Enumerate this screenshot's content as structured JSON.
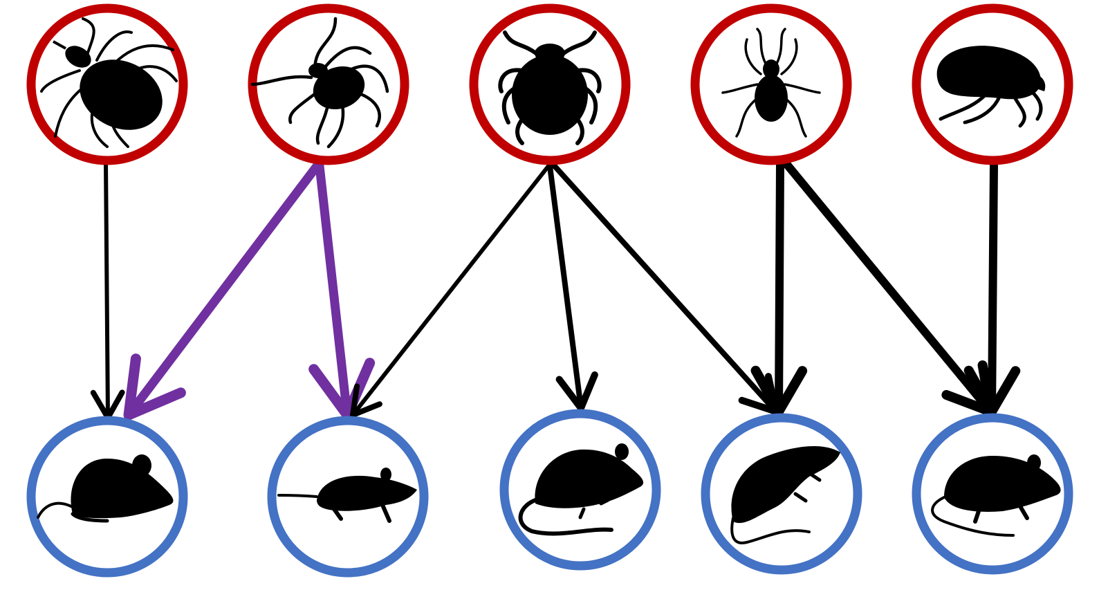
{
  "colors": {
    "vector_ring": "#c00000",
    "host_ring": "#4472c4",
    "edge_default": "#000000",
    "edge_highlight": "#7030a0",
    "silhouette": "#000000",
    "background": "#ffffff"
  },
  "vectors": [
    {
      "id": "v1",
      "icon": "tick-engorged-icon"
    },
    {
      "id": "v2",
      "icon": "tick-long-legged-icon"
    },
    {
      "id": "v3",
      "icon": "tick-round-icon"
    },
    {
      "id": "v4",
      "icon": "tick-small-icon"
    },
    {
      "id": "v5",
      "icon": "flea-icon"
    }
  ],
  "hosts": [
    {
      "id": "h1",
      "icon": "mouse-icon"
    },
    {
      "id": "h2",
      "icon": "rat-running-icon"
    },
    {
      "id": "h3",
      "icon": "vole-icon"
    },
    {
      "id": "h4",
      "icon": "rat-climbing-icon"
    },
    {
      "id": "h5",
      "icon": "rat-walking-icon"
    }
  ],
  "edges": [
    {
      "from": "v1",
      "to": "h1",
      "highlight": false,
      "weight": "thin"
    },
    {
      "from": "v2",
      "to": "h1",
      "highlight": true,
      "weight": "thick"
    },
    {
      "from": "v2",
      "to": "h2",
      "highlight": true,
      "weight": "thick"
    },
    {
      "from": "v3",
      "to": "h2",
      "highlight": false,
      "weight": "thin"
    },
    {
      "from": "v3",
      "to": "h3",
      "highlight": false,
      "weight": "medium"
    },
    {
      "from": "v3",
      "to": "h4",
      "highlight": false,
      "weight": "medium"
    },
    {
      "from": "v4",
      "to": "h4",
      "highlight": false,
      "weight": "thick"
    },
    {
      "from": "v4",
      "to": "h5",
      "highlight": false,
      "weight": "thick"
    },
    {
      "from": "v5",
      "to": "h5",
      "highlight": false,
      "weight": "thick"
    }
  ]
}
